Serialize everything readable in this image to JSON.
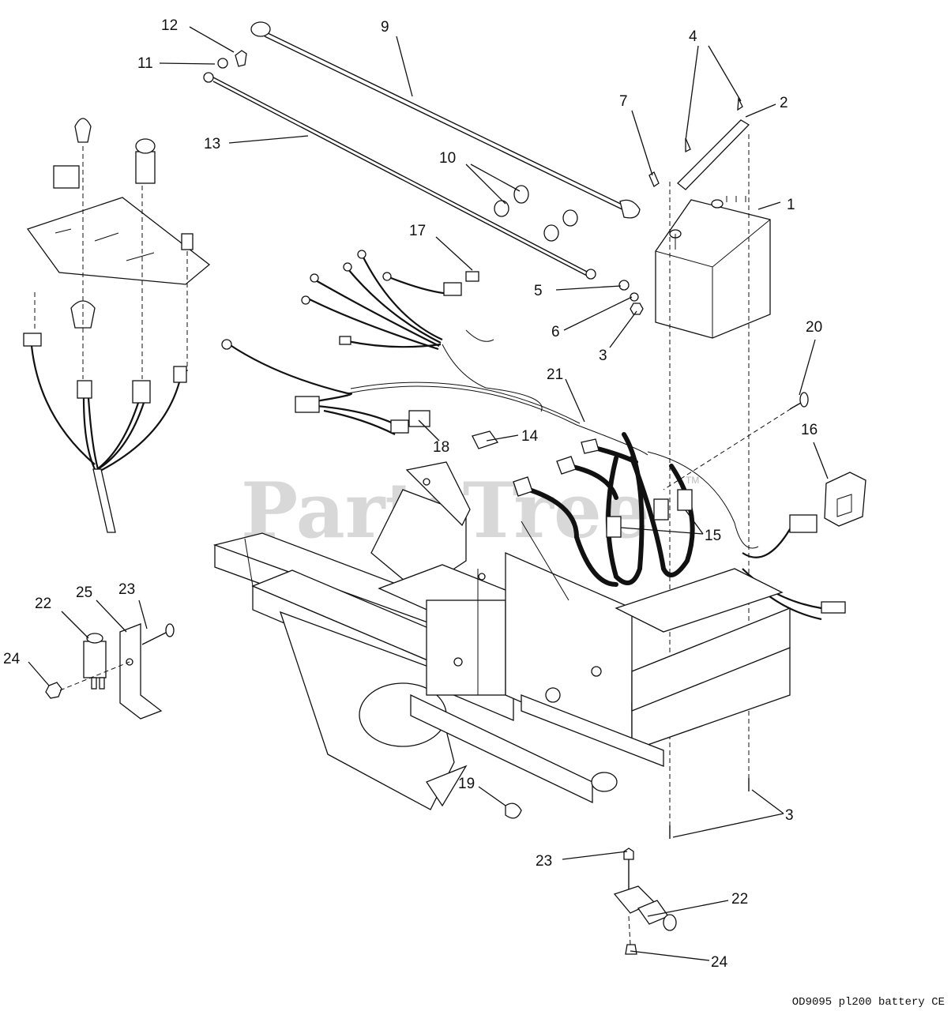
{
  "watermark": {
    "brand": "PartsTree",
    "trademark": "TM"
  },
  "drawing_code": "OD9095 pl200 battery CE",
  "callouts": {
    "c1": "1",
    "c2": "2",
    "c3a": "3",
    "c3b": "3",
    "c4": "4",
    "c5": "5",
    "c6": "6",
    "c7": "7",
    "c9": "9",
    "c10": "10",
    "c11": "11",
    "c12": "12",
    "c13": "13",
    "c14": "14",
    "c15": "15",
    "c16": "16",
    "c17": "17",
    "c18": "18",
    "c19": "19",
    "c20": "20",
    "c21": "21",
    "c22a": "22",
    "c22b": "22",
    "c23a": "23",
    "c23b": "23",
    "c24a": "24",
    "c24b": "24",
    "c25": "25"
  }
}
